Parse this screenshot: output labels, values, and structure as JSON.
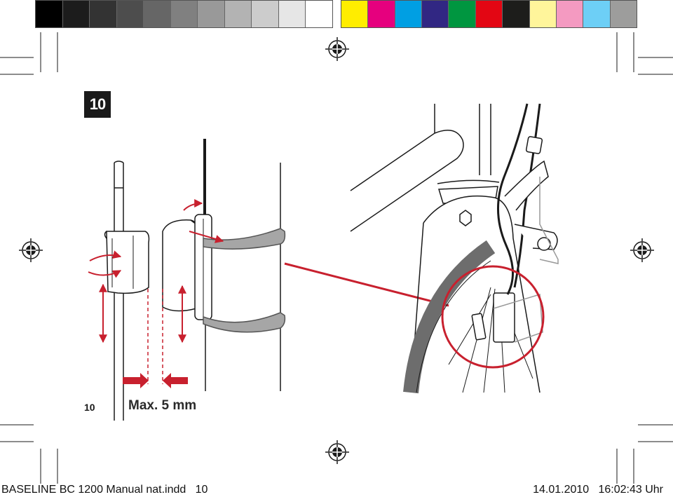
{
  "colors": {
    "gray_scale": [
      "#000000",
      "#1c1c1c",
      "#333333",
      "#4d4d4d",
      "#666666",
      "#808080",
      "#999999",
      "#b3b3b3",
      "#cccccc",
      "#e6e6e6",
      "#ffffff"
    ],
    "process": [
      "#ffed00",
      "#e6007e",
      "#009fe3",
      "#312783",
      "#009640",
      "#e30613",
      "#1d1d1b",
      "#fff59b",
      "#f49ac1",
      "#6dcff6",
      "#9d9d9c"
    ],
    "accent_red": "#c8202e",
    "line": "#1a1a1a"
  },
  "figure": {
    "step_number": "10",
    "dimension_label": "Max. 5 mm"
  },
  "page": {
    "number": "10"
  },
  "footer": {
    "file_info": "BASELINE BC 1200 Manual nat.indd   10",
    "timestamp": "14.01.2010   16:02:43 Uhr"
  }
}
